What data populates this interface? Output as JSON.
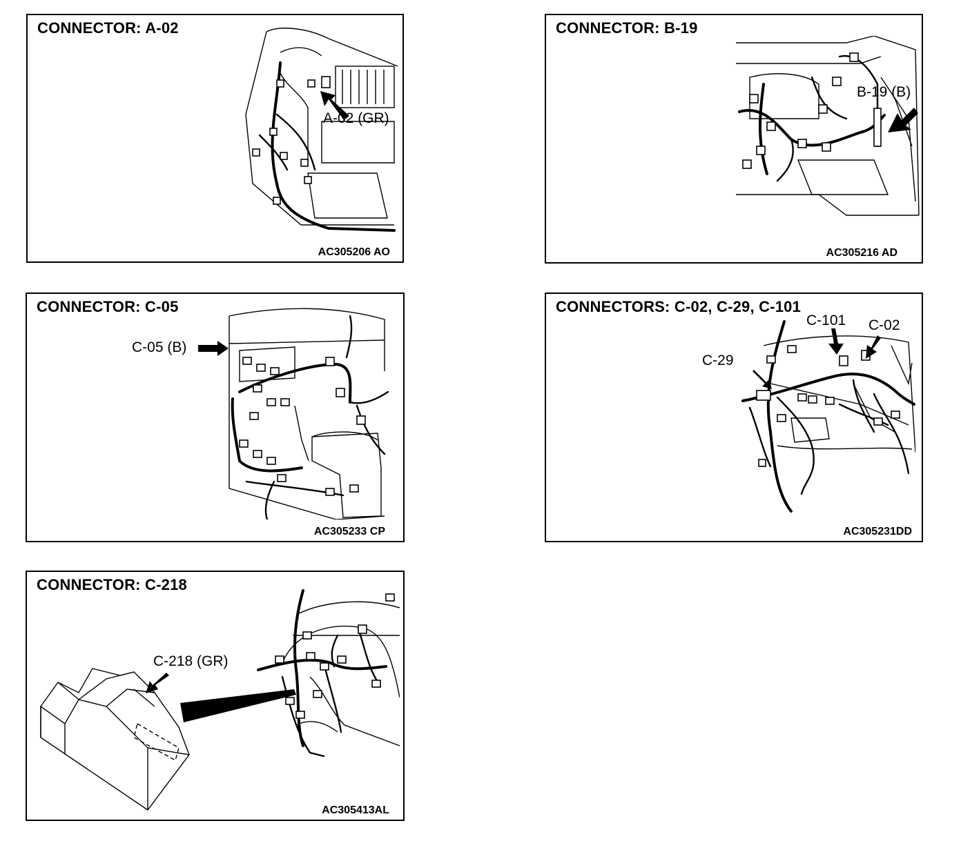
{
  "panels": [
    {
      "title": "CONNECTOR: A-02",
      "callouts": [
        "A-02 (GR)"
      ],
      "code": "AC305206 AO"
    },
    {
      "title": "CONNECTOR: B-19",
      "callouts": [
        "B-19 (B)"
      ],
      "code": "AC305216 AD"
    },
    {
      "title": "CONNECTOR: C-05",
      "callouts": [
        "C-05 (B)"
      ],
      "code": "AC305233 CP"
    },
    {
      "title": "CONNECTORS: C-02, C-29, C-101",
      "callouts": [
        "C-101",
        "C-02",
        "C-29"
      ],
      "code": "AC305231DD"
    },
    {
      "title": "CONNECTOR: C-218",
      "callouts": [
        "C-218 (GR)"
      ],
      "code": "AC305413AL"
    }
  ]
}
